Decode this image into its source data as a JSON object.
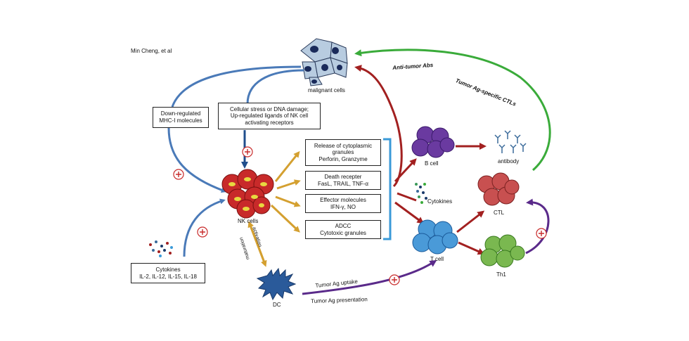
{
  "author": "Min Cheng, et al",
  "nodes": {
    "malignant": "malignant cells",
    "nk": "NK cells",
    "dc": "DC",
    "bcell": "B cell",
    "antibody": "antibody",
    "cytokines_right": "Cytokines",
    "tcell": "T cell",
    "ctl": "CTL",
    "th1": "Th1"
  },
  "boxes": {
    "down_regulated": [
      "Down-regulated",
      "MHC-I molecules"
    ],
    "stress": [
      "Cellular stress or DNA damage;",
      "Up-regulated ligands of NK cell",
      "activating receptors"
    ],
    "granules": [
      "Release of cytoplasmic",
      "granules",
      "Perforin, Granzyme"
    ],
    "death": [
      "Death recepter",
      "FasL, TRAIL, TNF-α"
    ],
    "effector": [
      "Effector molecules",
      "IFN-γ, NO"
    ],
    "adcc": [
      "ADCC",
      "Cytotoxic granules"
    ],
    "cytokines_left": [
      "Cytokines",
      "IL-2, IL-12, IL-15, IL-18"
    ]
  },
  "arrow_labels": {
    "anti_tumor_abs": "Anti-tumor Abs",
    "tumor_ag_ctls": "Tumor Ag-specific CTLs",
    "tumor_ag_uptake": "Tumor Ag uptake",
    "tumor_ag_presentation": "Tumor Ag presentation",
    "activation": "activation",
    "maturation": "maturation"
  },
  "colors": {
    "blue_arrow": "#4a7ab8",
    "navy_arrow": "#1f4e8c",
    "gold_arrow": "#d4a030",
    "red_arrow": "#a22020",
    "green_arrow": "#3aab3a",
    "purple_arrow": "#5a2a8a",
    "bracket": "#3a9ad8",
    "nk_cell": "#c82a2a",
    "nk_nucleus": "#e8d840",
    "b_cell": "#6a3aa0",
    "t_cell": "#4a9ad8",
    "ctl_cell": "#c85050",
    "th1_cell": "#7ab850",
    "dc_cell": "#2a5a9a",
    "malignant_cell": "#b8cce0",
    "plus_circle": "#c82a2a"
  }
}
